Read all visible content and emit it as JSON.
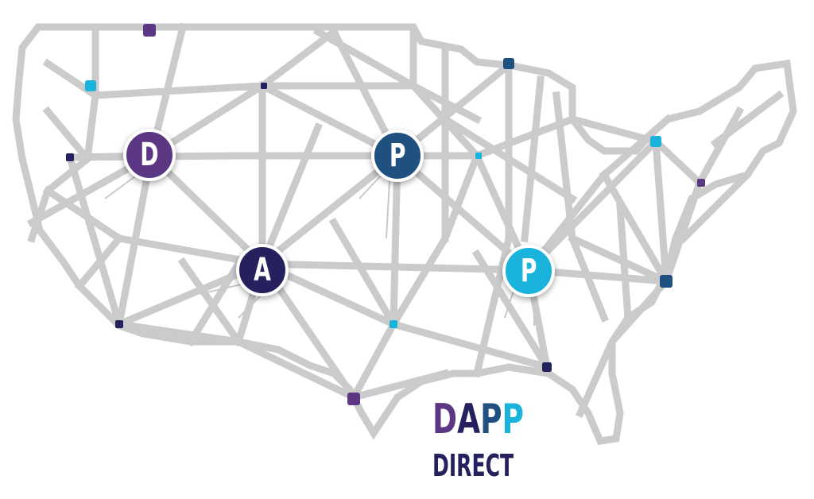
{
  "map": {
    "title": "",
    "network_color": "#c9c9c9",
    "hub_nodes": [
      {
        "letter": "D",
        "color": "#5b3784"
      },
      {
        "letter": "P",
        "color": "#1f5080"
      },
      {
        "letter": "A",
        "color": "#25215e"
      },
      {
        "letter": "P",
        "color": "#19b3dc"
      }
    ],
    "marker_colors": [
      "#5b3784",
      "#1f5080",
      "#25215e",
      "#19b3dc"
    ]
  },
  "logo": {
    "letters": [
      {
        "char": "D",
        "color": "#5b3784"
      },
      {
        "char": "A",
        "color": "#25215e"
      },
      {
        "char": "P",
        "color": "#1f5080"
      },
      {
        "char": "P",
        "color": "#19b3dc"
      }
    ],
    "subtitle": "DIRECT",
    "subtitle_color": "#25215e"
  }
}
